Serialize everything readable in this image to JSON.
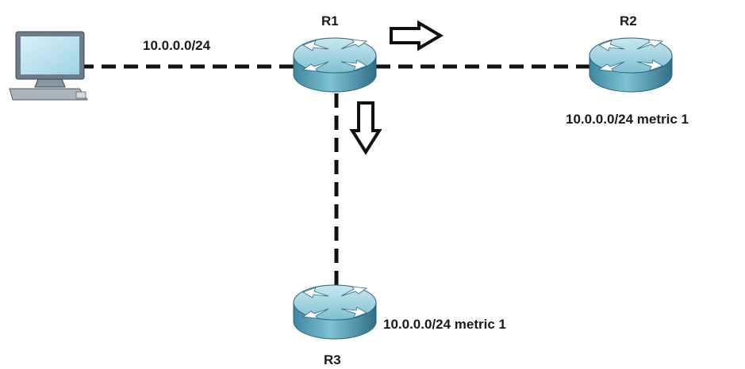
{
  "diagram": {
    "nodes": {
      "pc": {
        "kind": "computer"
      },
      "r1": {
        "label": "R1",
        "kind": "router"
      },
      "r2": {
        "label": "R2",
        "kind": "router"
      },
      "r3": {
        "label": "R3",
        "kind": "router"
      }
    },
    "links": [
      {
        "from": "pc",
        "to": "r1",
        "label": "10.0.0.0/24",
        "style": "dashed"
      },
      {
        "from": "r1",
        "to": "r2",
        "style": "dashed"
      },
      {
        "from": "r1",
        "to": "r3",
        "style": "dashed"
      }
    ],
    "annotations": {
      "r2_route": "10.0.0.0/24 metric 1",
      "r3_route": "10.0.0.0/24 metric 1"
    },
    "arrows": [
      {
        "direction": "right",
        "meaning": "update toward R2"
      },
      {
        "direction": "down",
        "meaning": "update toward R3"
      }
    ],
    "colors": {
      "router_top": "#8ecbd9",
      "router_side": "#4d97ad",
      "link": "#111111"
    }
  }
}
